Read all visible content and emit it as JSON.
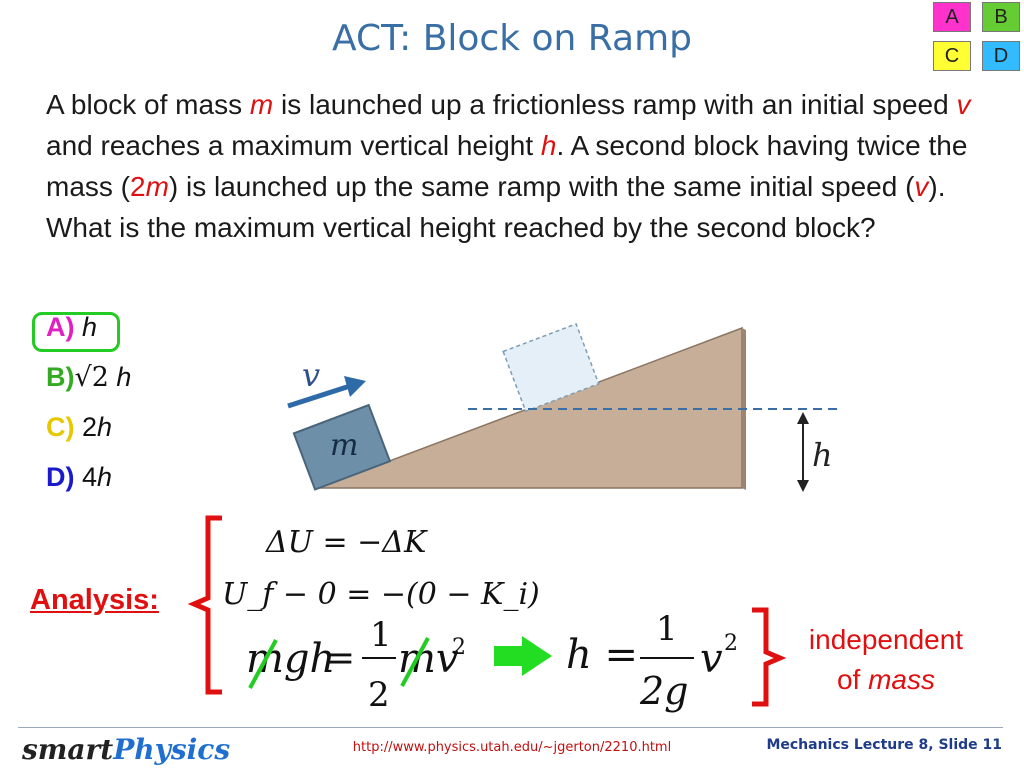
{
  "title": "ACT:  Block on Ramp",
  "answer_boxes": {
    "a": "A",
    "b": "B",
    "c": "C",
    "d": "D"
  },
  "question": {
    "p1": "A block of mass ",
    "m": "m",
    "p2": " is launched up a frictionless ramp with an initial speed ",
    "v": "v",
    "p3": " and reaches a maximum vertical height ",
    "h": "h",
    "p4": ".  A second block having twice the mass (",
    "two": "2",
    "m2": "m",
    "p5": ") is launched up the same ramp with the same initial speed (",
    "v2": "v",
    "p6": "). What is the maximum vertical height reached by the second block?"
  },
  "choices": [
    {
      "label": "A)",
      "value": "h"
    },
    {
      "label": "B)",
      "root": "√2",
      "value": "h"
    },
    {
      "label": "C)",
      "coef": "2",
      "value": "h"
    },
    {
      "label": "D)",
      "coef": "4",
      "value": "h"
    }
  ],
  "diagram": {
    "velocity_label": "v",
    "mass_label": "m",
    "height_label": "h"
  },
  "analysis": {
    "label": "Analysis:",
    "eq1": "ΔU = −ΔK",
    "eq2": "U_f − 0 = −(0 − K_i)",
    "eq3_left": "mgh",
    "eq3_eq": "=",
    "eq3_num": "1",
    "eq3_den": "2",
    "eq3_right": "mv",
    "eq3_exp": "2",
    "result_lhs": "h =",
    "result_num": "1",
    "result_den": "2g",
    "result_v": "v",
    "result_exp": "2",
    "note_line1": "independent",
    "note_of": "of ",
    "note_mass": "mass"
  },
  "footer": {
    "logo_smart": "smart",
    "logo_physics": "Physics",
    "url": "http://www.physics.utah.edu/~jgerton/2210.html",
    "slide": "Mechanics Lecture 8, Slide 11"
  },
  "colors": {
    "title": "#3a6fa6",
    "accent_red": "#e01010",
    "green": "#22cc22",
    "ramp": "#c7ae98",
    "block": "#6e8fa8"
  }
}
